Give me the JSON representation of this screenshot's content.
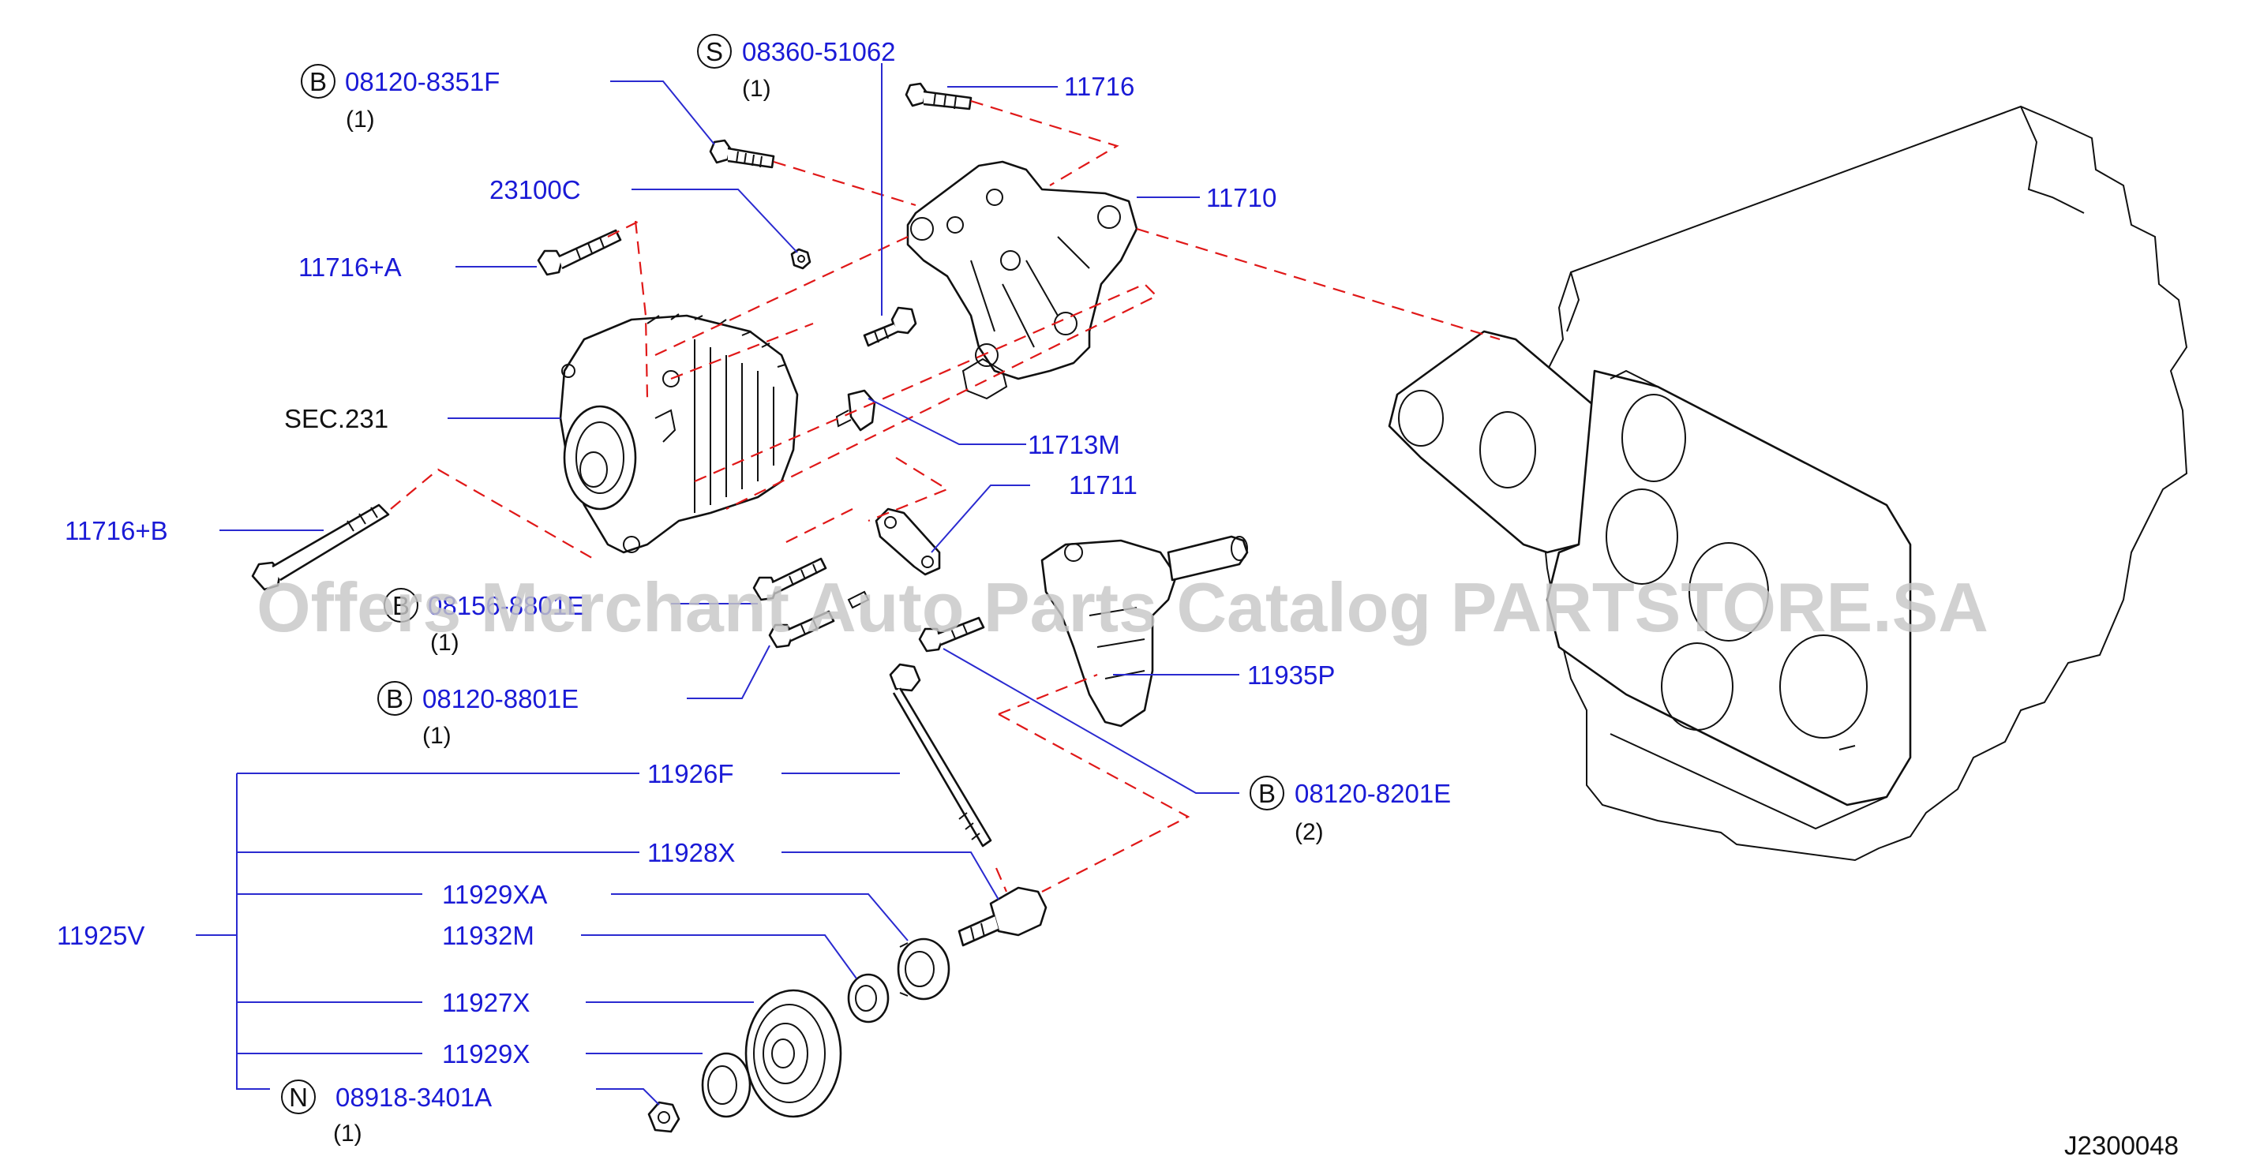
{
  "diagram": {
    "code": "J2300048",
    "watermark": "Offers Merchant Auto Parts Catalog PARTSTORE.SA",
    "labels": {
      "p_08120_8351F": {
        "symbol": "B",
        "part": "08120-8351F",
        "qty": "(1)"
      },
      "p_08360_51062": {
        "symbol": "S",
        "part": "08360-51062",
        "qty": "(1)"
      },
      "p_11716": "11716",
      "p_11710": "11710",
      "p_23100C": "23100C",
      "p_11716A": "11716+A",
      "p_sec231": "SEC.231",
      "p_11713M": "11713M",
      "p_11711": "11711",
      "p_11716B": "11716+B",
      "p_08156_8801E": {
        "symbol": "B",
        "part": "08156-8801E",
        "qty": "(1)"
      },
      "p_08120_8801E": {
        "symbol": "B",
        "part": "08120-8801E",
        "qty": "(1)"
      },
      "p_11935P": "11935P",
      "p_08120_8201E": {
        "symbol": "B",
        "part": "08120-8201E",
        "qty": "(2)"
      },
      "p_11926F": "11926F",
      "p_11928X": "11928X",
      "p_11929XA": "11929XA",
      "p_11925V": "11925V",
      "p_11932M": "11932M",
      "p_11927X": "11927X",
      "p_11929X": "11929X",
      "p_08918_3401A": {
        "symbol": "N",
        "part": "08918-3401A",
        "qty": "(1)"
      }
    }
  }
}
